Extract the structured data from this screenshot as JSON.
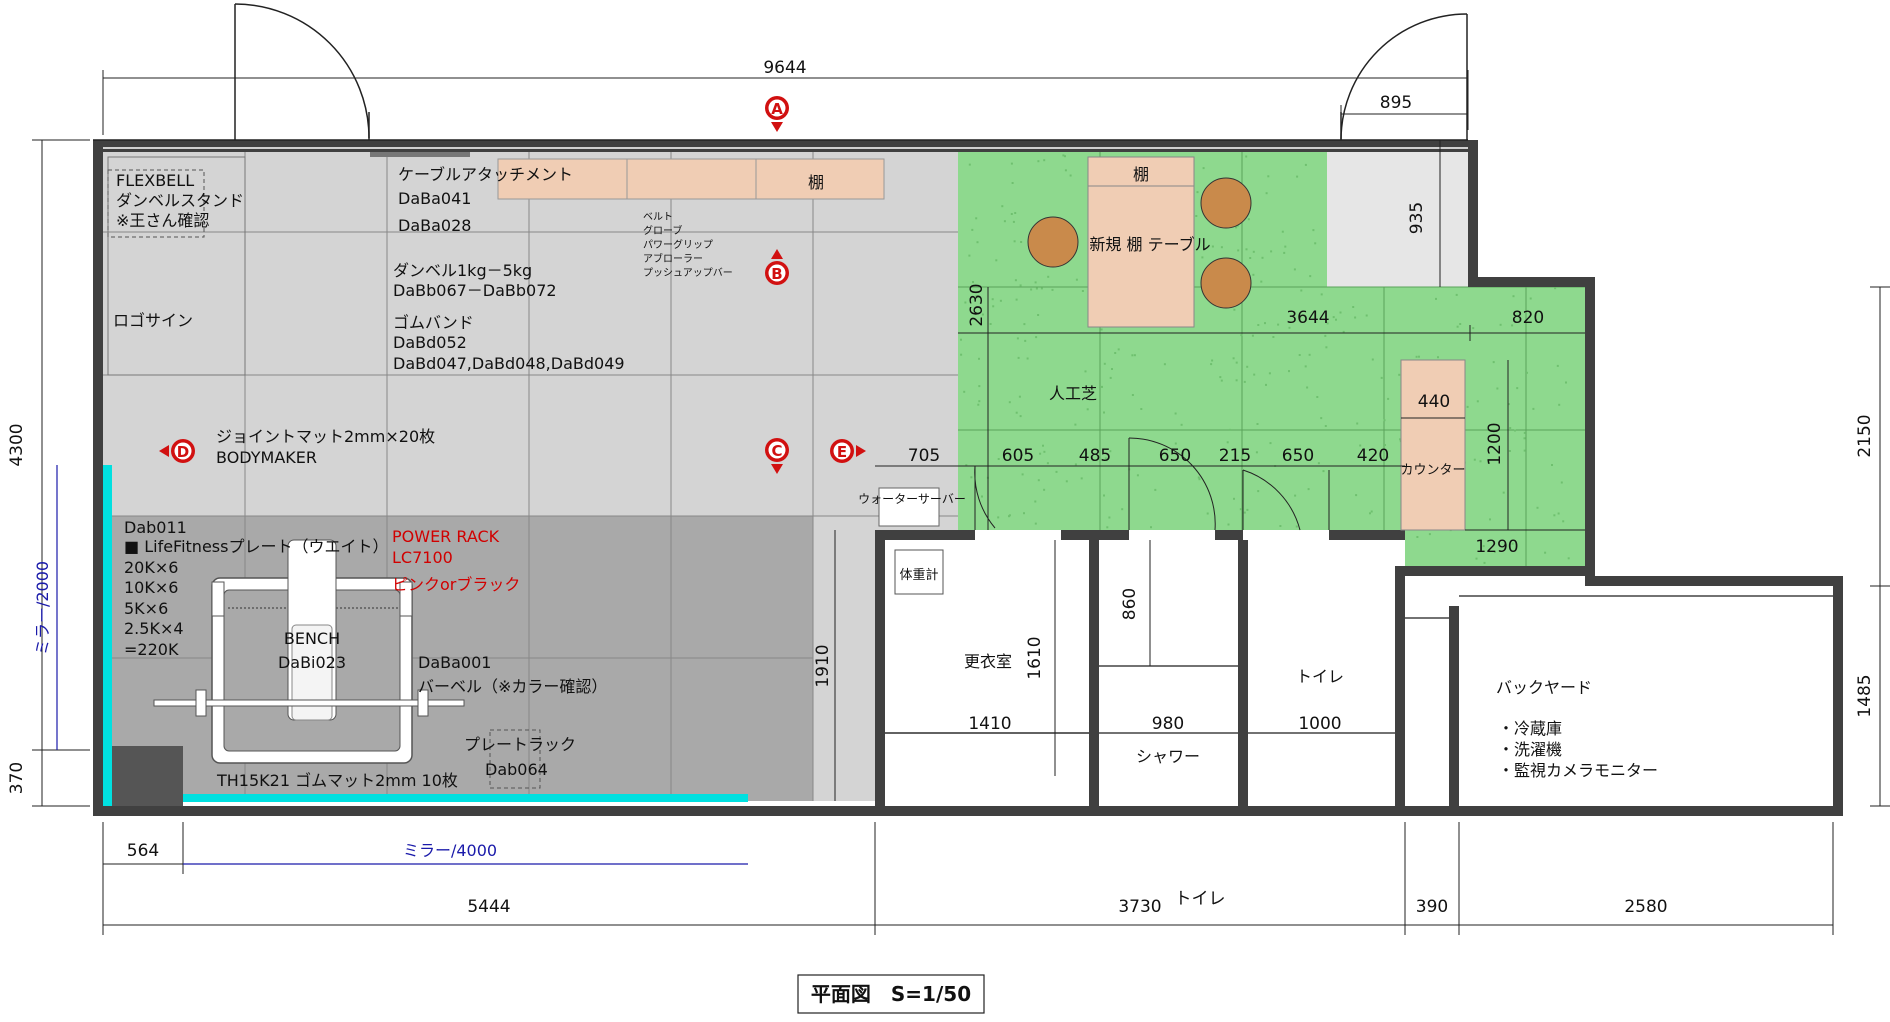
{
  "plan": {
    "title": "平面図　S=1/50",
    "dims": {
      "top_total": "9644",
      "door_width": "895",
      "left_height": "4300",
      "left_low": "370",
      "mirror_side": "ミラー/2000",
      "right_upper": "2150",
      "right_lower": "1485",
      "bottom_564": "564",
      "mirror_bottom": "ミラー/4000",
      "bottom_5444": "5444",
      "bottom_3730": "3730",
      "bottom_toilet": "トイレ",
      "bottom_390": "390",
      "bottom_2580": "2580",
      "d935": "935",
      "d2630": "2630",
      "d3644": "3644",
      "d820": "820",
      "d440": "440",
      "d1200": "1200",
      "d1290": "1290",
      "d705": "705",
      "d605": "605",
      "d485": "485",
      "d650a": "650",
      "d215": "215",
      "d650b": "650",
      "d420": "420",
      "d1910": "1910",
      "d1610": "1610",
      "d860": "860",
      "d1410": "1410",
      "d980": "980",
      "d1000": "1000"
    },
    "markers": {
      "A": "A",
      "B": "B",
      "C": "C",
      "D": "D",
      "E": "E"
    },
    "labels": {
      "flex1": "FLEXBELL",
      "flex2": "ダンベルスタンド",
      "flex3": "※王さん確認",
      "cable": "ケーブルアタッチメント",
      "daba041": "DaBa041",
      "daba028": "DaBa028",
      "shelf1": "棚",
      "belt": "ベルト",
      "glove": "グローブ",
      "powergrip": "パワーグリップ",
      "abroller": "アブローラー",
      "pushup": "プッシュアップバー",
      "dumbbell": "ダンベル1kg－5kg",
      "dabb": "DaBb067－DaBb072",
      "rubberband": "ゴムバンド",
      "dabd052": "DaBd052",
      "dabd047": "DaBd047,DaBd048,DaBd049",
      "logo": "ロゴサイン",
      "jointmat": "ジョイントマット2mm×20枚",
      "bodymaker": "BODYMAKER",
      "dab011": "Dab011",
      "plate_head": "■ LifeFitnessプレート（ウエイト）",
      "p20k": "20K×6",
      "p10k": "10K×6",
      "p5k": "5K×6",
      "p25k": "2.5K×4",
      "ptotal": "=220K",
      "powerrack": "POWER RACK",
      "lc7100": "LC7100",
      "pinkblack": "ピンクorブラック",
      "bench": "BENCH",
      "dabi023": "DaBi023",
      "daba001": "DaBa001",
      "barbell": "バーベル（※カラー確認）",
      "platerack": "プレートラック",
      "dab064": "Dab064",
      "th15": "TH15K21 ゴムマット2mm 10枚",
      "shelf2": "棚",
      "newtable": "新規 棚 テーブル",
      "turf": "人工芝",
      "counter": "カウンター",
      "water": "ウォーターサーバー",
      "scale": "体重計",
      "locker": "更衣室",
      "toilet": "トイレ",
      "shower": "シャワー",
      "backyard": "バックヤード",
      "fridge": "・冷蔵庫",
      "washer": "・洗濯機",
      "monitor": "・監視カメラモニター"
    },
    "colors": {
      "wall": "#404040",
      "floor_light": "#d4d4d4",
      "floor_dark": "#a9a9a9",
      "turf": "#8ed98e",
      "shelf": "#f0cdb4",
      "stool": "#c98a4b",
      "mirror": "#00e0e0",
      "marker": "#d11010"
    }
  }
}
